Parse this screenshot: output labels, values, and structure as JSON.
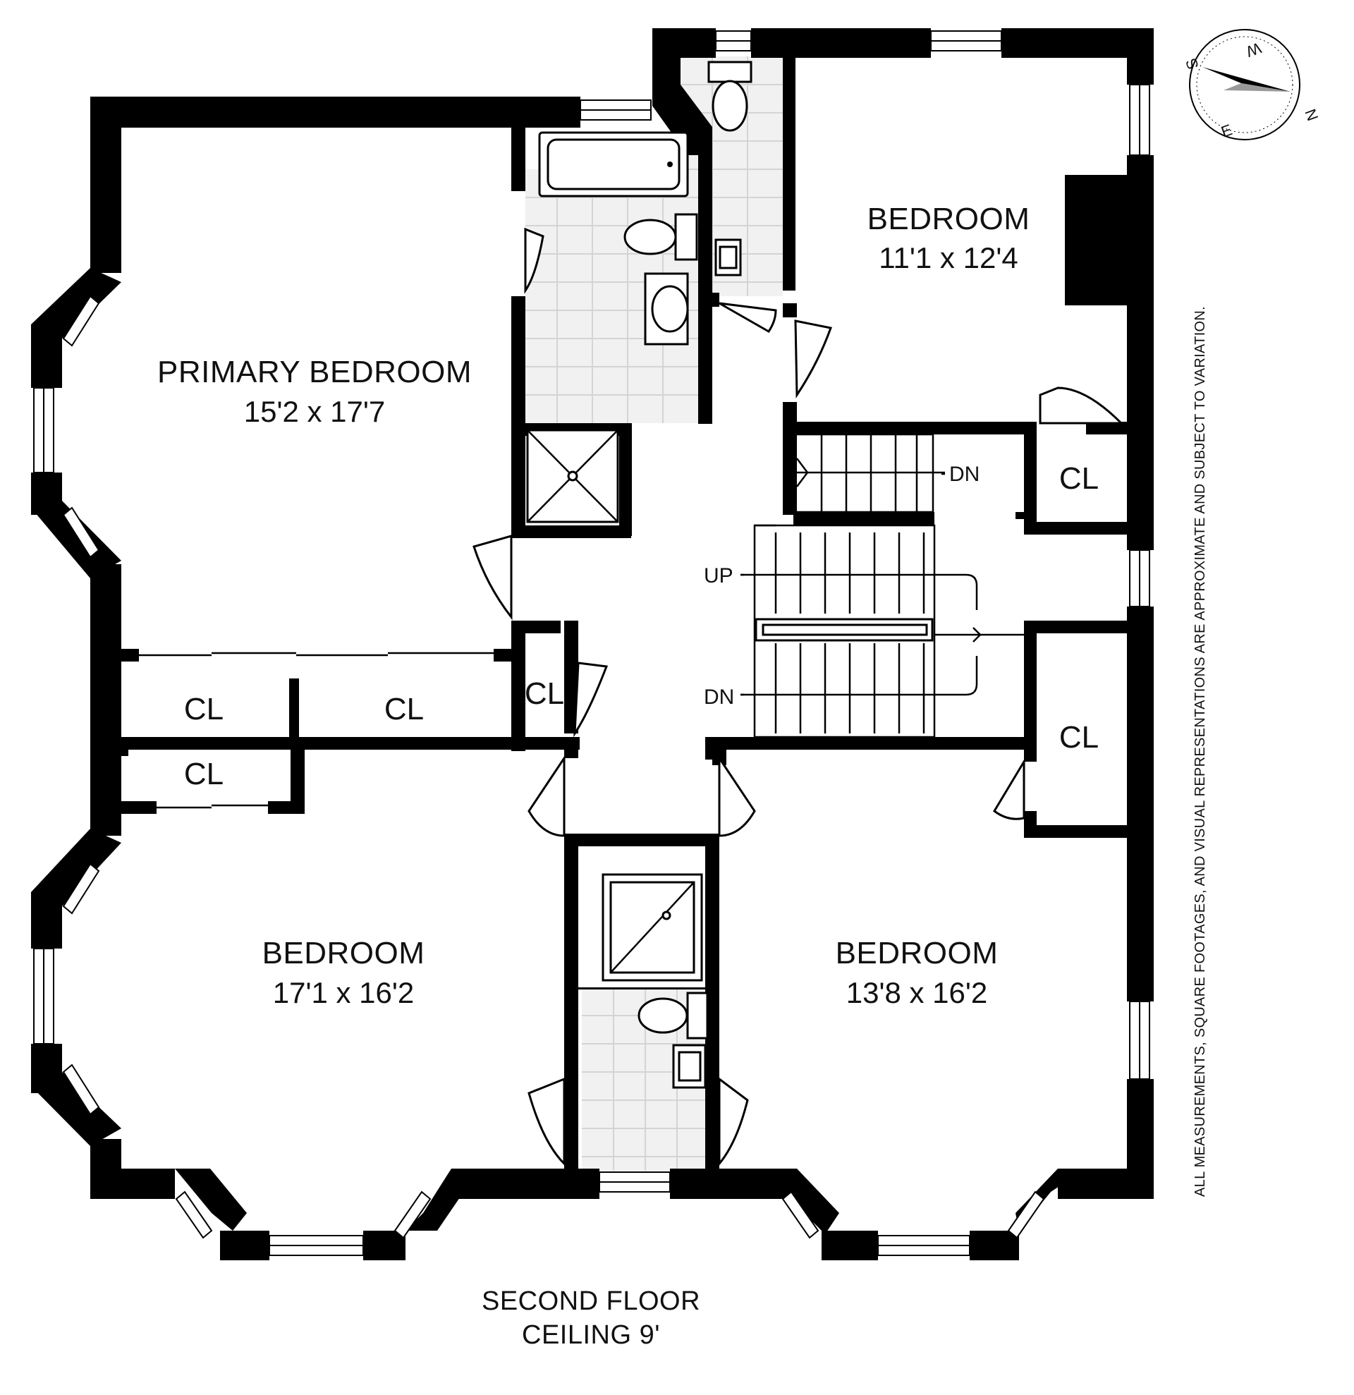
{
  "rooms": {
    "primary_bedroom": {
      "name": "PRIMARY BEDROOM",
      "dims": "15'2 x 17'7"
    },
    "bedroom_ne": {
      "name": "BEDROOM",
      "dims": "11'1 x 12'4"
    },
    "bedroom_sw": {
      "name": "BEDROOM",
      "dims": "17'1 x 16'2"
    },
    "bedroom_se": {
      "name": "BEDROOM",
      "dims": "13'8 x 16'2"
    }
  },
  "closets": {
    "cl_1": "CL",
    "cl_2": "CL",
    "cl_3": "CL",
    "cl_4": "CL",
    "cl_5": "CL",
    "cl_6": "CL"
  },
  "stairs": {
    "dn_upper": "DN",
    "up": "UP",
    "dn_lower": "DN"
  },
  "footer": {
    "floor": "SECOND FLOOR",
    "ceiling": "CEILING 9'"
  },
  "disclaimer": "ALL MEASUREMENTS, SQUARE FOOTAGES, AND VISUAL REPRESENTATIONS ARE APPROXIMATE AND SUBJECT TO VARIATION.",
  "compass": {
    "n": "N",
    "e": "E",
    "s": "S",
    "w": "W"
  },
  "colors": {
    "wall": "#000000",
    "background": "#ffffff",
    "tile": "#f1f1f1"
  }
}
